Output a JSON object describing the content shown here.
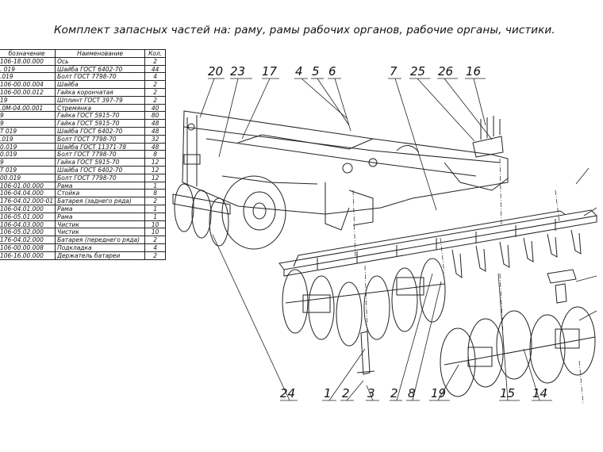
{
  "title": "Комплект запасных частей на: раму, рамы рабочих органов, рабочие органы, чистики.",
  "table": {
    "headers": [
      "бозначение",
      "Наименование",
      "Кол."
    ],
    "rows": [
      [
        "106-18.00.000",
        "Ось",
        "2"
      ],
      [
        ". 019",
        "Шайба ГОСТ 6402-70",
        "44"
      ],
      ".019",
      [
        "106-00.00.004",
        "Шайба",
        "2"
      ],
      [
        "106-00.00.012",
        "Гайка корончатая",
        "2"
      ],
      [
        "19",
        "Шплинт ГОСТ 397-79",
        "2"
      ],
      [
        ".0М-04.00.001",
        "Стремянка",
        "40"
      ],
      [
        "9",
        "Гайка ГОСТ 5915-70",
        "80"
      ],
      [
        "9",
        "Гайка ГОСТ 5915-70",
        "48"
      ],
      [
        "Т 019",
        "Шайба ГОСТ 6402-70",
        "48"
      ],
      [
        ".019",
        "Болт ГОСТ 7798-70",
        "32"
      ],
      [
        "0.019",
        "Шайба ГОСТ 11371-78",
        "48"
      ],
      [
        "0.019",
        "Болт ГОСТ 7798-70",
        "8"
      ],
      [
        "9",
        "Гайка ГОСТ 5915-70",
        "12"
      ],
      [
        "Т 019",
        "Шайба ГОСТ 6402-70",
        "12"
      ],
      [
        "00.019",
        "Болт ГОСТ 7798-70",
        "12"
      ],
      [
        "106-01.00.000",
        "Рама",
        "1"
      ],
      [
        "106-04.04.000",
        "Стойка",
        "8"
      ],
      [
        "176-04.02.000-01",
        "Батарея (заднего ряда)",
        "2"
      ],
      [
        "106-04.01.000",
        "Рама",
        "1"
      ],
      [
        "106-05.01.000",
        "Рама",
        "1"
      ],
      [
        "106-04.03.000",
        "Чистик",
        "10"
      ],
      [
        "106-05.02.000",
        "Чистик",
        "10"
      ],
      [
        "176-04.02.000",
        "Батарея (переднего ряда)",
        "2"
      ],
      [
        "106-00.00.008",
        "Подкладка",
        "4"
      ],
      [
        "106-16.00.000",
        "Держатель батареи",
        "2"
      ]
    ]
  },
  "callouts_top": [
    "20",
    "23",
    "17",
    "4",
    "5",
    "6",
    "7",
    "25",
    "26",
    "16"
  ],
  "callouts_bottom": [
    "24",
    "1",
    "2",
    "3",
    "2",
    "8",
    "19",
    "15",
    "14"
  ]
}
